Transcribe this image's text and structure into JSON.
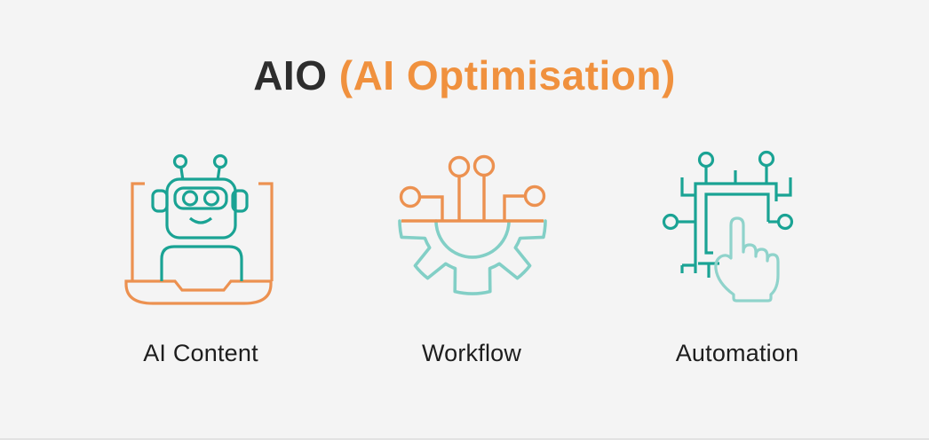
{
  "title": {
    "dark": "AIO",
    "orange": "(AI Optimisation)"
  },
  "features": [
    {
      "label": "AI Content",
      "icon": "robot-laptop-icon"
    },
    {
      "label": "Workflow",
      "icon": "circuit-gear-icon"
    },
    {
      "label": "Automation",
      "icon": "circuit-touch-hand-icon"
    }
  ],
  "colors": {
    "background": "#F4F4F4",
    "title_dark": "#2D2D2D",
    "accent_orange": "#F0913E",
    "icon_orange": "#EC9150",
    "teal_dark": "#1AA394",
    "teal_light": "#82CFC6",
    "hand_teal": "#8FD3CB",
    "label_text": "#1E1E1E"
  }
}
